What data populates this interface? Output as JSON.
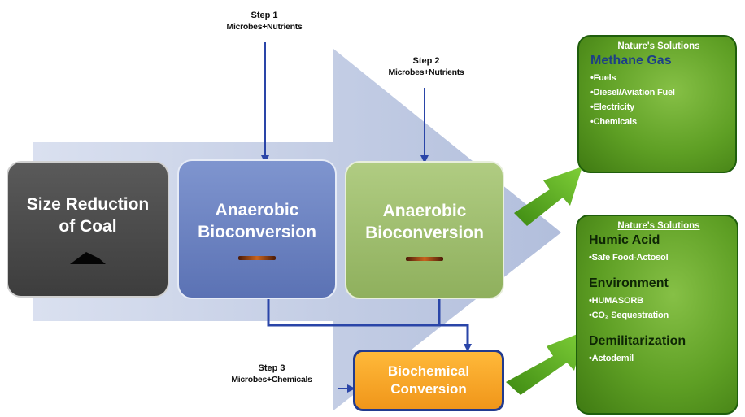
{
  "diagram": {
    "steps": {
      "step1": {
        "label": "Step 1",
        "ingredients": "Microbes+Nutrients"
      },
      "step2": {
        "label": "Step 2",
        "ingredients": "Microbes+Nutrients"
      },
      "step3": {
        "label": "Step 3",
        "ingredients": "Microbes+Chemicals"
      }
    },
    "boxes": {
      "size_reduction": "Size Reduction\nof Coal",
      "anaerobic_1": "Anaerobic\nBioconversion",
      "anaerobic_2": "Anaerobic\nBioconversion",
      "biochemical": "Biochemical\nConversion"
    },
    "panels": {
      "top": {
        "tag": "Nature's Solutions",
        "heading": "Methane Gas",
        "items": [
          "•Fuels",
          "•Diesel/Aviation Fuel",
          "•Electricity",
          "•Chemicals"
        ]
      },
      "bottom": {
        "tag": "Nature's Solutions",
        "humic_heading": "Humic Acid",
        "humic_items": [
          "•Safe Food-Actosol"
        ],
        "environment_heading": "Environment",
        "environment_items": [
          "•HUMASORB",
          "•CO₂ Sequestration"
        ],
        "demil_heading": "Demilitarization",
        "demil_items": [
          "•Actodemil"
        ]
      }
    },
    "colors": {
      "big_arrow": "#b7c3de",
      "dark_box": "#4b4b4b",
      "blue_box": "#6f86c3",
      "light_green_box": "#9ebd6e",
      "orange_box": "#f5a623",
      "green_panel": "#5e9f24",
      "green_arrow": "#5cae22",
      "flow_line": "#2a45a8"
    }
  }
}
